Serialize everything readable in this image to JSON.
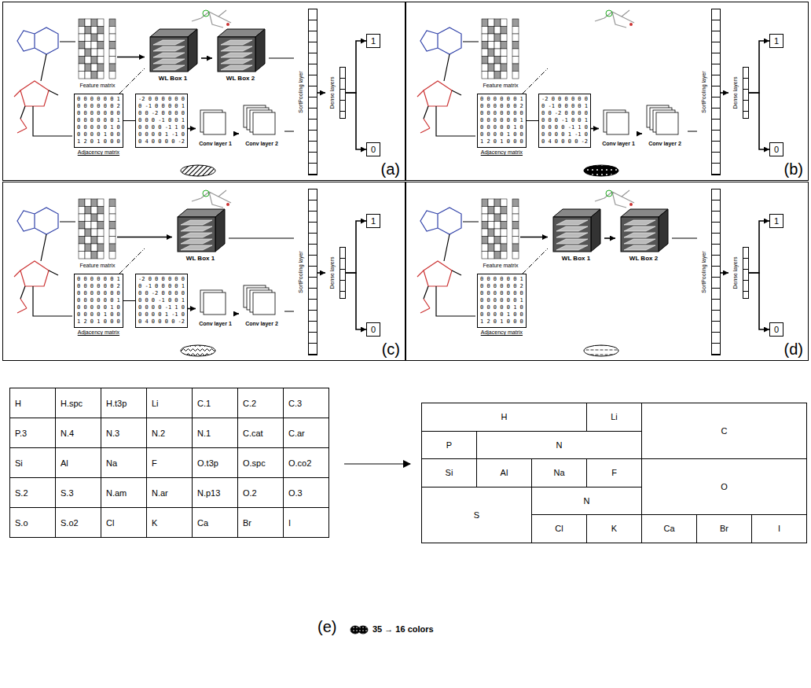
{
  "diagram": {
    "nodes": [
      {
        "text": [
          "(a)"
        ]
      },
      {
        "text": [
          "Feature matrix"
        ],
        "in": 0
      },
      {
        "text": [
          "0 0 0 0 0 0 1",
          "0 0 0 0 0 0 2",
          "0 0 0 0 0 0 0",
          "0 0 0 0 0 0 1",
          "0 0 0 0 0 1 0",
          "0 0 0 0 1 0 0",
          "1 2 0 1 0 0 0",
          "Adjacency matrix"
        ],
        "in": 0
      },
      {
        "text": [
          "-2 0 0 0 0 0 0",
          "0 -1 0 0 0 0 1",
          "0 0 -2 0 0 0 0",
          "0 0 0 -1 0 0 1",
          "0 0 0 0 -1 1 0",
          "0 0 0 0 1 -1 0",
          "0 4 0 0 0 0 -2"
        ],
        "in": 0
      },
      {
        "text": [
          "WL Box 1"
        ],
        "in": 0
      },
      {
        "text": [
          "WL Box 2"
        ],
        "in": 0
      },
      {
        "text": [
          "Conv layer 1"
        ],
        "in": 0
      },
      {
        "text": [
          "Conv layer 2"
        ],
        "in": 0
      },
      {
        "text": [
          "SortPooling layer"
        ],
        "in": 0
      },
      {
        "text": [
          "Dense layers"
        ],
        "in": 0
      },
      {
        "text": [
          "1"
        ],
        "in": 0
      },
      {
        "text": [
          "0"
        ],
        "in": 0
      },
      {
        "text": [
          "(b)"
        ]
      },
      {
        "text": [
          "Feature matrix"
        ],
        "in": 12
      },
      {
        "text": [
          "0 0 0 0 0 0 1",
          "0 0 0 0 0 0 2",
          "0 0 0 0 0 0 0",
          "0 0 0 0 0 0 1",
          "0 0 0 0 0 1 0",
          "0 0 0 0 1 0 0",
          "1 2 0 1 0 0 0",
          "Adjacency matrix"
        ],
        "in": 12
      },
      {
        "text": [
          "-2 0 0 0 0 0 0",
          "0 -1 0 0 0 0 1",
          "0 0 -2 0 0 0 0",
          "0 0 0 -1 0 0 1",
          "0 0 0 0 -1 1 0",
          "0 0 0 0 1 -1 0",
          "0 4 0 0 0 0 -2"
        ],
        "in": 12
      },
      {
        "text": [
          "Conv layer 1"
        ],
        "in": 12
      },
      {
        "text": [
          "Conv layer 2"
        ],
        "in": 12
      },
      {
        "text": [
          "SortPooling layer"
        ],
        "in": 12
      },
      {
        "text": [
          "Dense layers"
        ],
        "in": 12
      },
      {
        "text": [
          "1"
        ],
        "in": 12
      },
      {
        "text": [
          "0"
        ],
        "in": 12
      },
      {
        "text": [
          "(c)"
        ]
      },
      {
        "text": [
          "Feature matrix"
        ],
        "in": 22
      },
      {
        "text": [
          "0 0 0 0 0 0 1",
          "0 0 0 0 0 0 2",
          "0 0 0 0 0 0 0",
          "0 0 0 0 0 0 1",
          "0 0 0 0 0 1 0",
          "0 0 0 0 1 0 0",
          "1 2 0 1 0 0 0",
          "Adjacency matrix"
        ],
        "in": 22
      },
      {
        "text": [
          "-2 0 0 0 0 0 0",
          "0 -1 0 0 0 0 1",
          "0 0 -2 0 0 0 0",
          "0 0 0 -1 0 0 1",
          "0 0 0 0 -1 1 0",
          "0 0 0 0 1 -1 0",
          "0 4 0 0 0 0 -2"
        ],
        "in": 22
      },
      {
        "text": [
          "WL Box 1"
        ],
        "in": 22
      },
      {
        "text": [
          "Conv layer 1"
        ],
        "in": 22
      },
      {
        "text": [
          "Conv layer 2"
        ],
        "in": 22
      },
      {
        "text": [
          "SortPooling layer"
        ],
        "in": 22
      },
      {
        "text": [
          "Dense layers"
        ],
        "in": 22
      },
      {
        "text": [
          "1"
        ],
        "in": 22
      },
      {
        "text": [
          "0"
        ],
        "in": 22
      },
      {
        "text": [
          "(d)"
        ]
      },
      {
        "text": [
          "Feature matrix"
        ],
        "in": 33
      },
      {
        "text": [
          "0 0 0 0 0 0 1",
          "0 0 0 0 0 0 2",
          "0 0 0 0 0 0 0",
          "0 0 0 0 0 0 1",
          "0 0 0 0 0 1 0",
          "0 0 0 0 1 0 0",
          "1 2 0 1 0 0 0",
          "Adjacency matrix"
        ],
        "in": 33
      },
      {
        "text": [
          "WL Box 1"
        ],
        "in": 33
      },
      {
        "text": [
          "WL Box 2"
        ],
        "in": 33
      },
      {
        "text": [
          "SortPooling layer"
        ],
        "in": 33
      },
      {
        "text": [
          "Dense layers"
        ],
        "in": 33
      },
      {
        "text": [
          "1"
        ],
        "in": 33
      },
      {
        "text": [
          "0"
        ],
        "in": 33
      }
    ],
    "edges": [
      {
        "from": 1,
        "to": 4,
        "arrow": "to"
      },
      {
        "from": 2,
        "to": 3,
        "arrow": "none"
      },
      {
        "from": 3,
        "to": 6,
        "arrow": "to"
      },
      {
        "from": 4,
        "to": 5,
        "arrow": "to"
      },
      {
        "from": 6,
        "to": 7,
        "arrow": "to"
      },
      {
        "from": 5,
        "to": 8,
        "arrow": "none"
      },
      {
        "from": 7,
        "to": 8,
        "arrow": "none"
      },
      {
        "from": 8,
        "to": 9,
        "arrow": "to"
      },
      {
        "from": 9,
        "to": 10,
        "arrow": "to"
      },
      {
        "from": 9,
        "to": 11,
        "arrow": "to"
      },
      {
        "from": 14,
        "to": 15,
        "arrow": "none"
      },
      {
        "from": 15,
        "to": 16,
        "arrow": "to"
      },
      {
        "from": 16,
        "to": 17,
        "arrow": "to"
      },
      {
        "from": 17,
        "to": 18,
        "arrow": "none"
      },
      {
        "from": 18,
        "to": 19,
        "arrow": "to"
      },
      {
        "from": 19,
        "to": 20,
        "arrow": "to"
      },
      {
        "from": 19,
        "to": 21,
        "arrow": "to"
      },
      {
        "from": 23,
        "to": 26,
        "arrow": "to"
      },
      {
        "from": 24,
        "to": 25,
        "arrow": "none"
      },
      {
        "from": 25,
        "to": 27,
        "arrow": "to"
      },
      {
        "from": 27,
        "to": 28,
        "arrow": "to"
      },
      {
        "from": 26,
        "to": 29,
        "arrow": "none"
      },
      {
        "from": 28,
        "to": 29,
        "arrow": "none"
      },
      {
        "from": 29,
        "to": 30,
        "arrow": "to"
      },
      {
        "from": 30,
        "to": 31,
        "arrow": "to"
      },
      {
        "from": 30,
        "to": 32,
        "arrow": "to"
      },
      {
        "from": 34,
        "to": 36,
        "arrow": "to"
      },
      {
        "from": 36,
        "to": 37,
        "arrow": "to"
      },
      {
        "from": 37,
        "to": 38,
        "arrow": "none"
      },
      {
        "from": 38,
        "to": 39,
        "arrow": "to"
      },
      {
        "from": 39,
        "to": 40,
        "arrow": "to"
      },
      {
        "from": 39,
        "to": 41,
        "arrow": "to"
      }
    ],
    "labels": [
      "H",
      "H.spc",
      "H.t3p",
      "Li",
      "C.1",
      "C.2",
      "C.3",
      "P.3",
      "N.4",
      "N.3",
      "N.2",
      "N.1",
      "C.cat",
      "C.ar",
      "Si",
      "Al",
      "Na",
      "F",
      "O.t3p",
      "O.spc",
      "O.co2",
      "S.2",
      "S.3",
      "N.am",
      "N.ar",
      "N.p13",
      "O.2",
      "O.3",
      "S.o",
      "S.o2",
      "Cl",
      "K",
      "Ca",
      "Br",
      "I",
      "H",
      "Li",
      "C",
      "P",
      "N",
      "Si",
      "Al",
      "Na",
      "F",
      "O",
      "S",
      "N",
      "Cl",
      "K",
      "Ca",
      "Br",
      "I",
      "(e)",
      "35 → 16 colors"
    ]
  }
}
